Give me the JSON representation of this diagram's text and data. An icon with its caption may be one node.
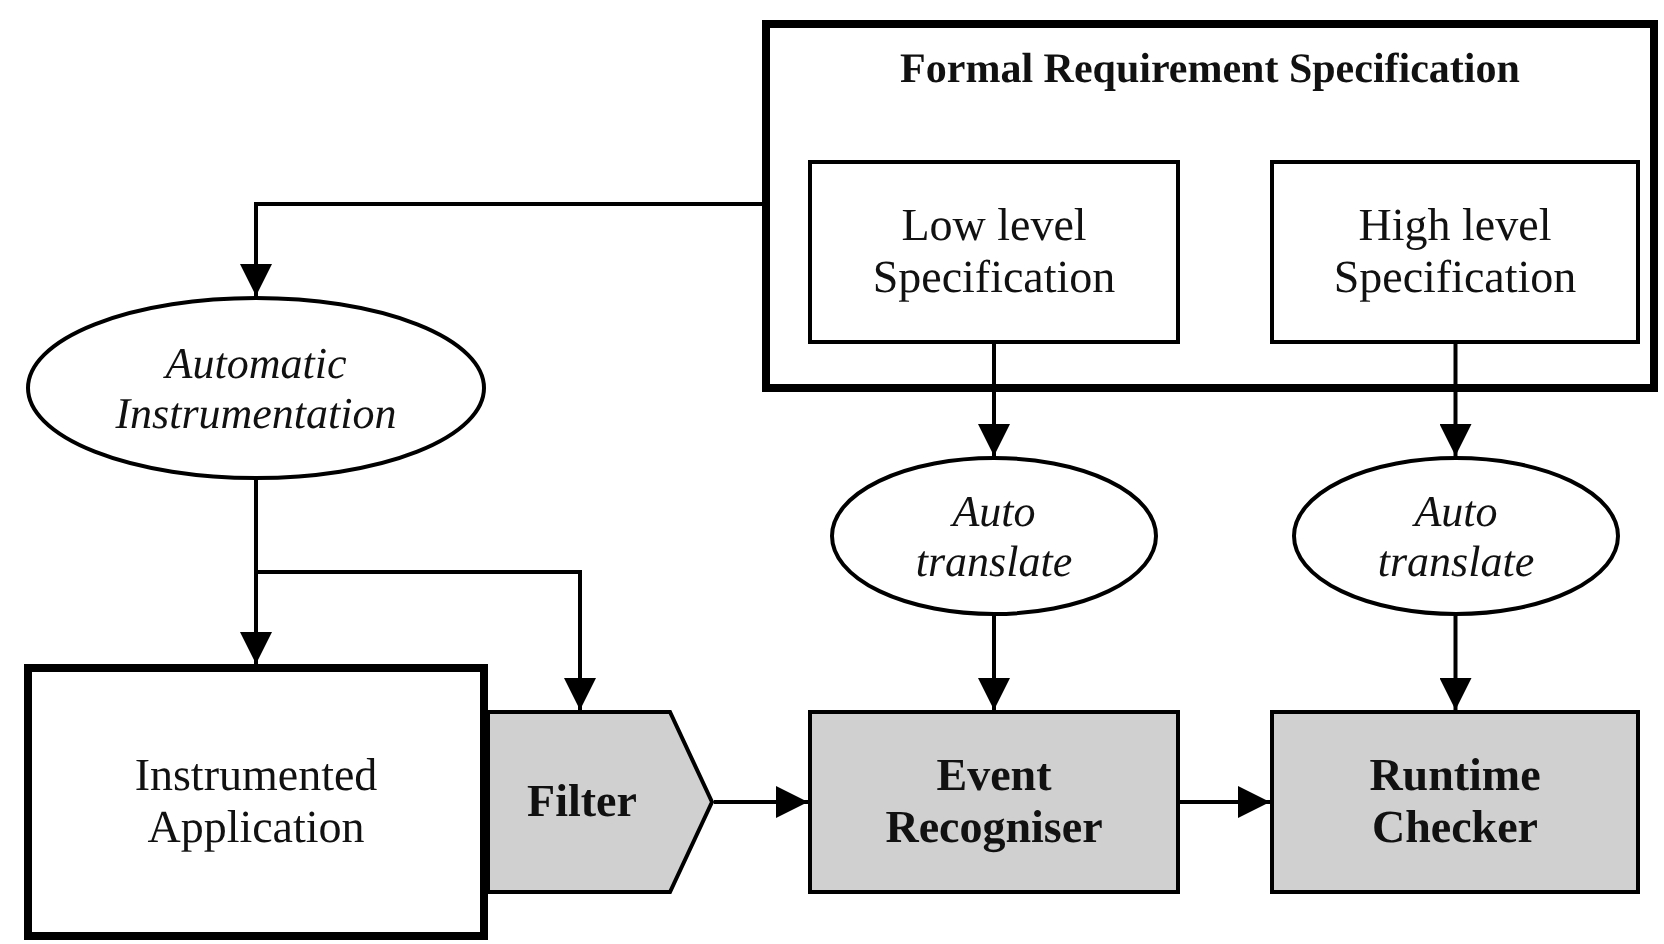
{
  "diagram": {
    "nodes": [
      {
        "text": [
          "Formal Requirement Specification"
        ]
      },
      {
        "text": [
          "Low level Specification"
        ],
        "in": 0
      },
      {
        "text": [
          "High level Specification"
        ],
        "in": 0
      },
      {
        "text": [
          "Automatic Instrumentation"
        ]
      },
      {
        "text": [
          "Auto translate"
        ]
      },
      {
        "text": [
          "Auto translate"
        ]
      },
      {
        "text": [
          "Instrumented Application"
        ]
      },
      {
        "text": [
          "Filter"
        ]
      },
      {
        "text": [
          "Event Recogniser"
        ]
      },
      {
        "text": [
          "Runtime Checker"
        ]
      }
    ],
    "edges": [
      {
        "from": 0,
        "to": 3,
        "arrow": "to"
      },
      {
        "from": 1,
        "to": 4,
        "arrow": "to"
      },
      {
        "from": 2,
        "to": 5,
        "arrow": "to"
      },
      {
        "from": 3,
        "to": 6,
        "arrow": "to"
      },
      {
        "from": 3,
        "to": 7,
        "arrow": "to"
      },
      {
        "from": 4,
        "to": 8,
        "arrow": "to"
      },
      {
        "from": 5,
        "to": 9,
        "arrow": "to"
      },
      {
        "from": 7,
        "to": 8,
        "arrow": "to"
      },
      {
        "from": 8,
        "to": 9,
        "arrow": "to"
      }
    ]
  }
}
